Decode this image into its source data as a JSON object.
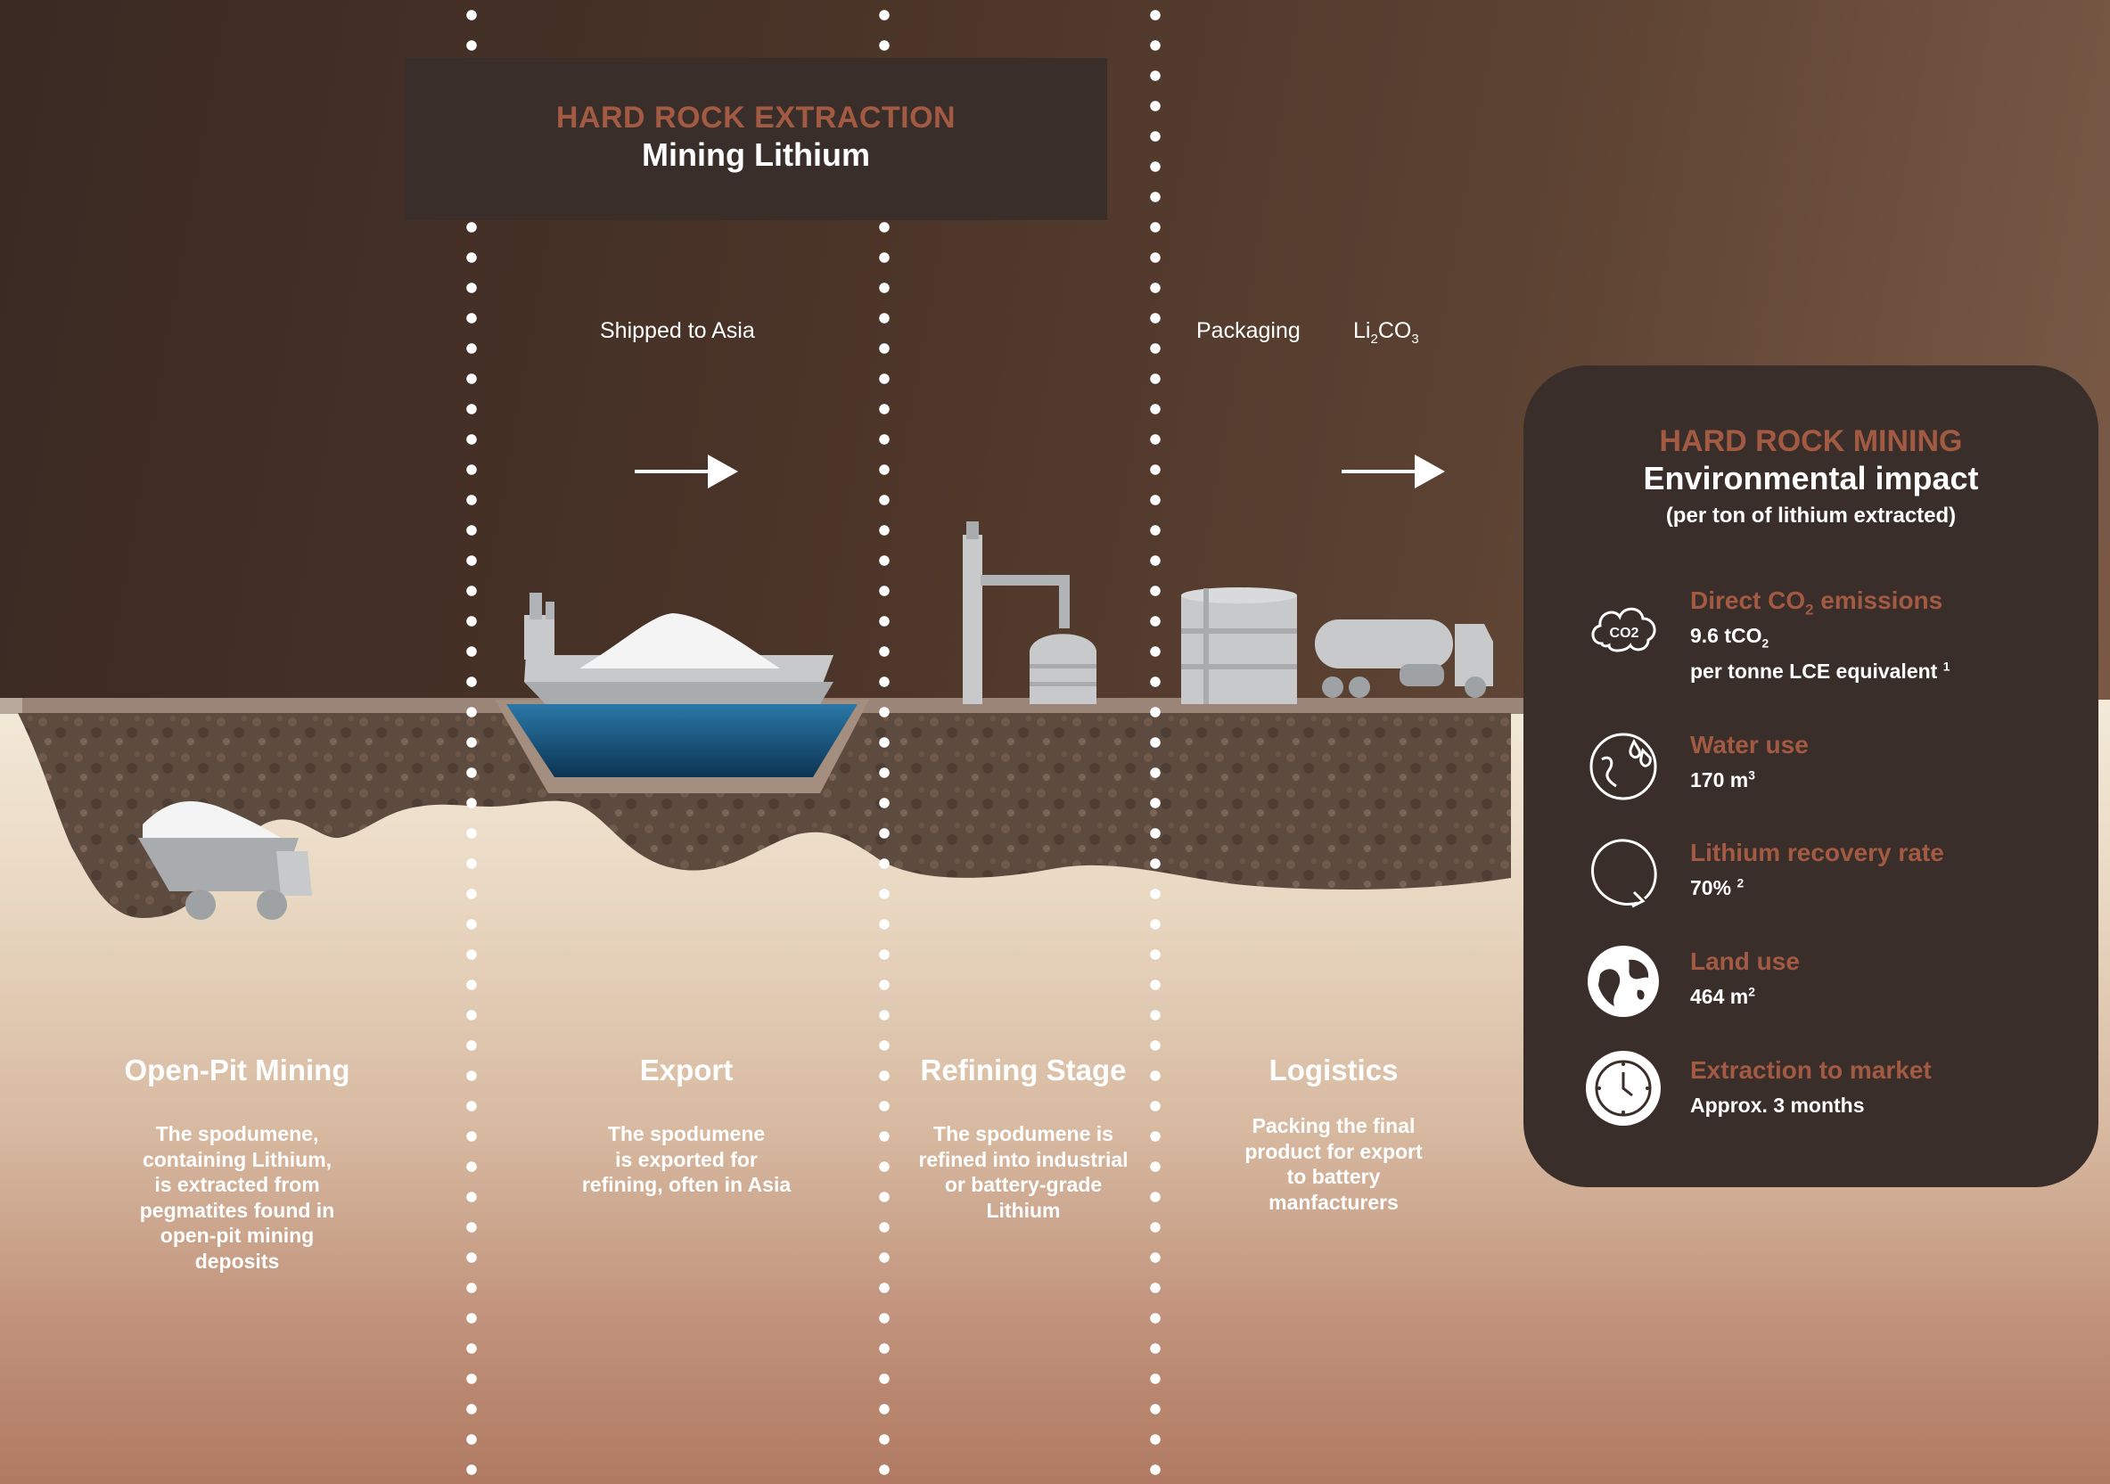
{
  "header": {
    "accent": "HARD ROCK EXTRACTION",
    "title": "Mining Lithium"
  },
  "labels": {
    "shipped": "Shipped to Asia",
    "packaging": "Packaging",
    "product_prefix": "Li",
    "product_sub1": "2",
    "product_mid": "CO",
    "product_sub2": "3"
  },
  "steps": [
    {
      "title": "Open-Pit Mining",
      "desc": "The spodumene,\ncontaining Lithium,\nis extracted from\npegmatites found in\nopen-pit mining\ndeposits"
    },
    {
      "title": "Export",
      "desc": "The spodumene\nis exported for\nrefining, often in Asia"
    },
    {
      "title": "Refining Stage",
      "desc": "The spodumene is\nrefined into industrial\nor battery-grade\nLithium"
    },
    {
      "title": "Logistics",
      "desc": "Packing the final\nproduct for export\nto battery\nmanfacturers"
    }
  ],
  "panel": {
    "accent": "HARD ROCK MINING",
    "title": "Environmental impact",
    "subtitle": "(per ton of lithium extracted)",
    "metrics": [
      {
        "icon": "co2-cloud-icon",
        "label_pre": "Direct CO",
        "label_sub": "2",
        "label_post": " emissions",
        "value_pre": "9.6 tCO",
        "value_sub": "2",
        "value2_pre": "per tonne LCE equivalent ",
        "value2_sup": "1"
      },
      {
        "icon": "water-globe-icon",
        "label": "Water use",
        "value_pre": "170 m",
        "value_sup": "3"
      },
      {
        "icon": "recovery-cycle-icon",
        "label": "Lithium recovery rate",
        "value_pre": "70% ",
        "value_sup": "2"
      },
      {
        "icon": "land-globe-icon",
        "label": "Land use",
        "value_pre": "464 m",
        "value_sup": "2"
      },
      {
        "icon": "clock-icon",
        "label": "Extraction to market",
        "value_pre": "Approx. 3 months"
      }
    ]
  },
  "colors": {
    "accent": "#a35a43",
    "panel_bg": "#3a2e2a",
    "soil": "#5e4a3e",
    "water": "#1e5c86"
  }
}
